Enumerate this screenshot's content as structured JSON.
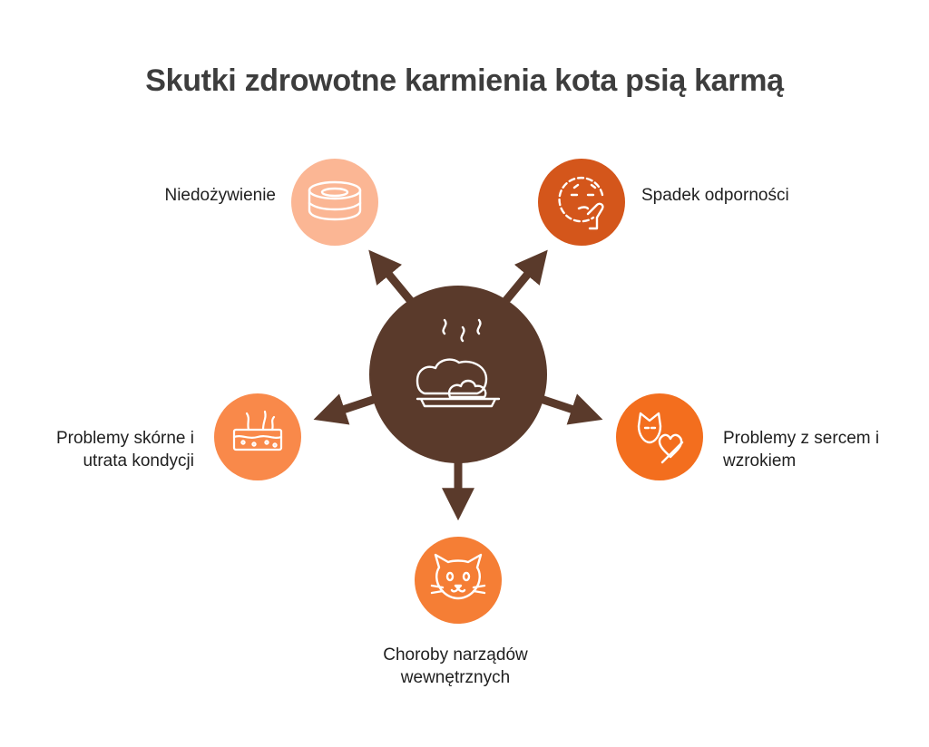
{
  "title": "Skutki zdrowotne karmienia kota psią karmą",
  "colors": {
    "center": "#5a3a2b",
    "niedozywienie": "#fbb694",
    "spadek_odpornosci": "#d4561b",
    "problemy_skorne": "#f9894a",
    "problemy_serce": "#f36e1e",
    "choroby": "#f57e35",
    "text": "#1f1f1f",
    "title": "#3d3d3d"
  },
  "center": {
    "icon": "dog-food-bowl-icon"
  },
  "effects": {
    "niedozywienie": {
      "label": "Niedożywienie",
      "icon": "empty-bowl-icon"
    },
    "spadek_odpornosci": {
      "label": "Spadek odporności",
      "icon": "sick-face-icon"
    },
    "problemy_skorne": {
      "label_line1": "Problemy skórne i",
      "label_line2": "utrata kondycji",
      "icon": "skin-hair-icon"
    },
    "problemy_serce": {
      "label_line1": "Problemy z sercem i",
      "label_line2": "wzrokiem",
      "icon": "cat-heart-icon"
    },
    "choroby": {
      "label_line1": "Choroby narządów",
      "label_line2": "wewnętrznych",
      "icon": "cat-face-icon"
    }
  }
}
